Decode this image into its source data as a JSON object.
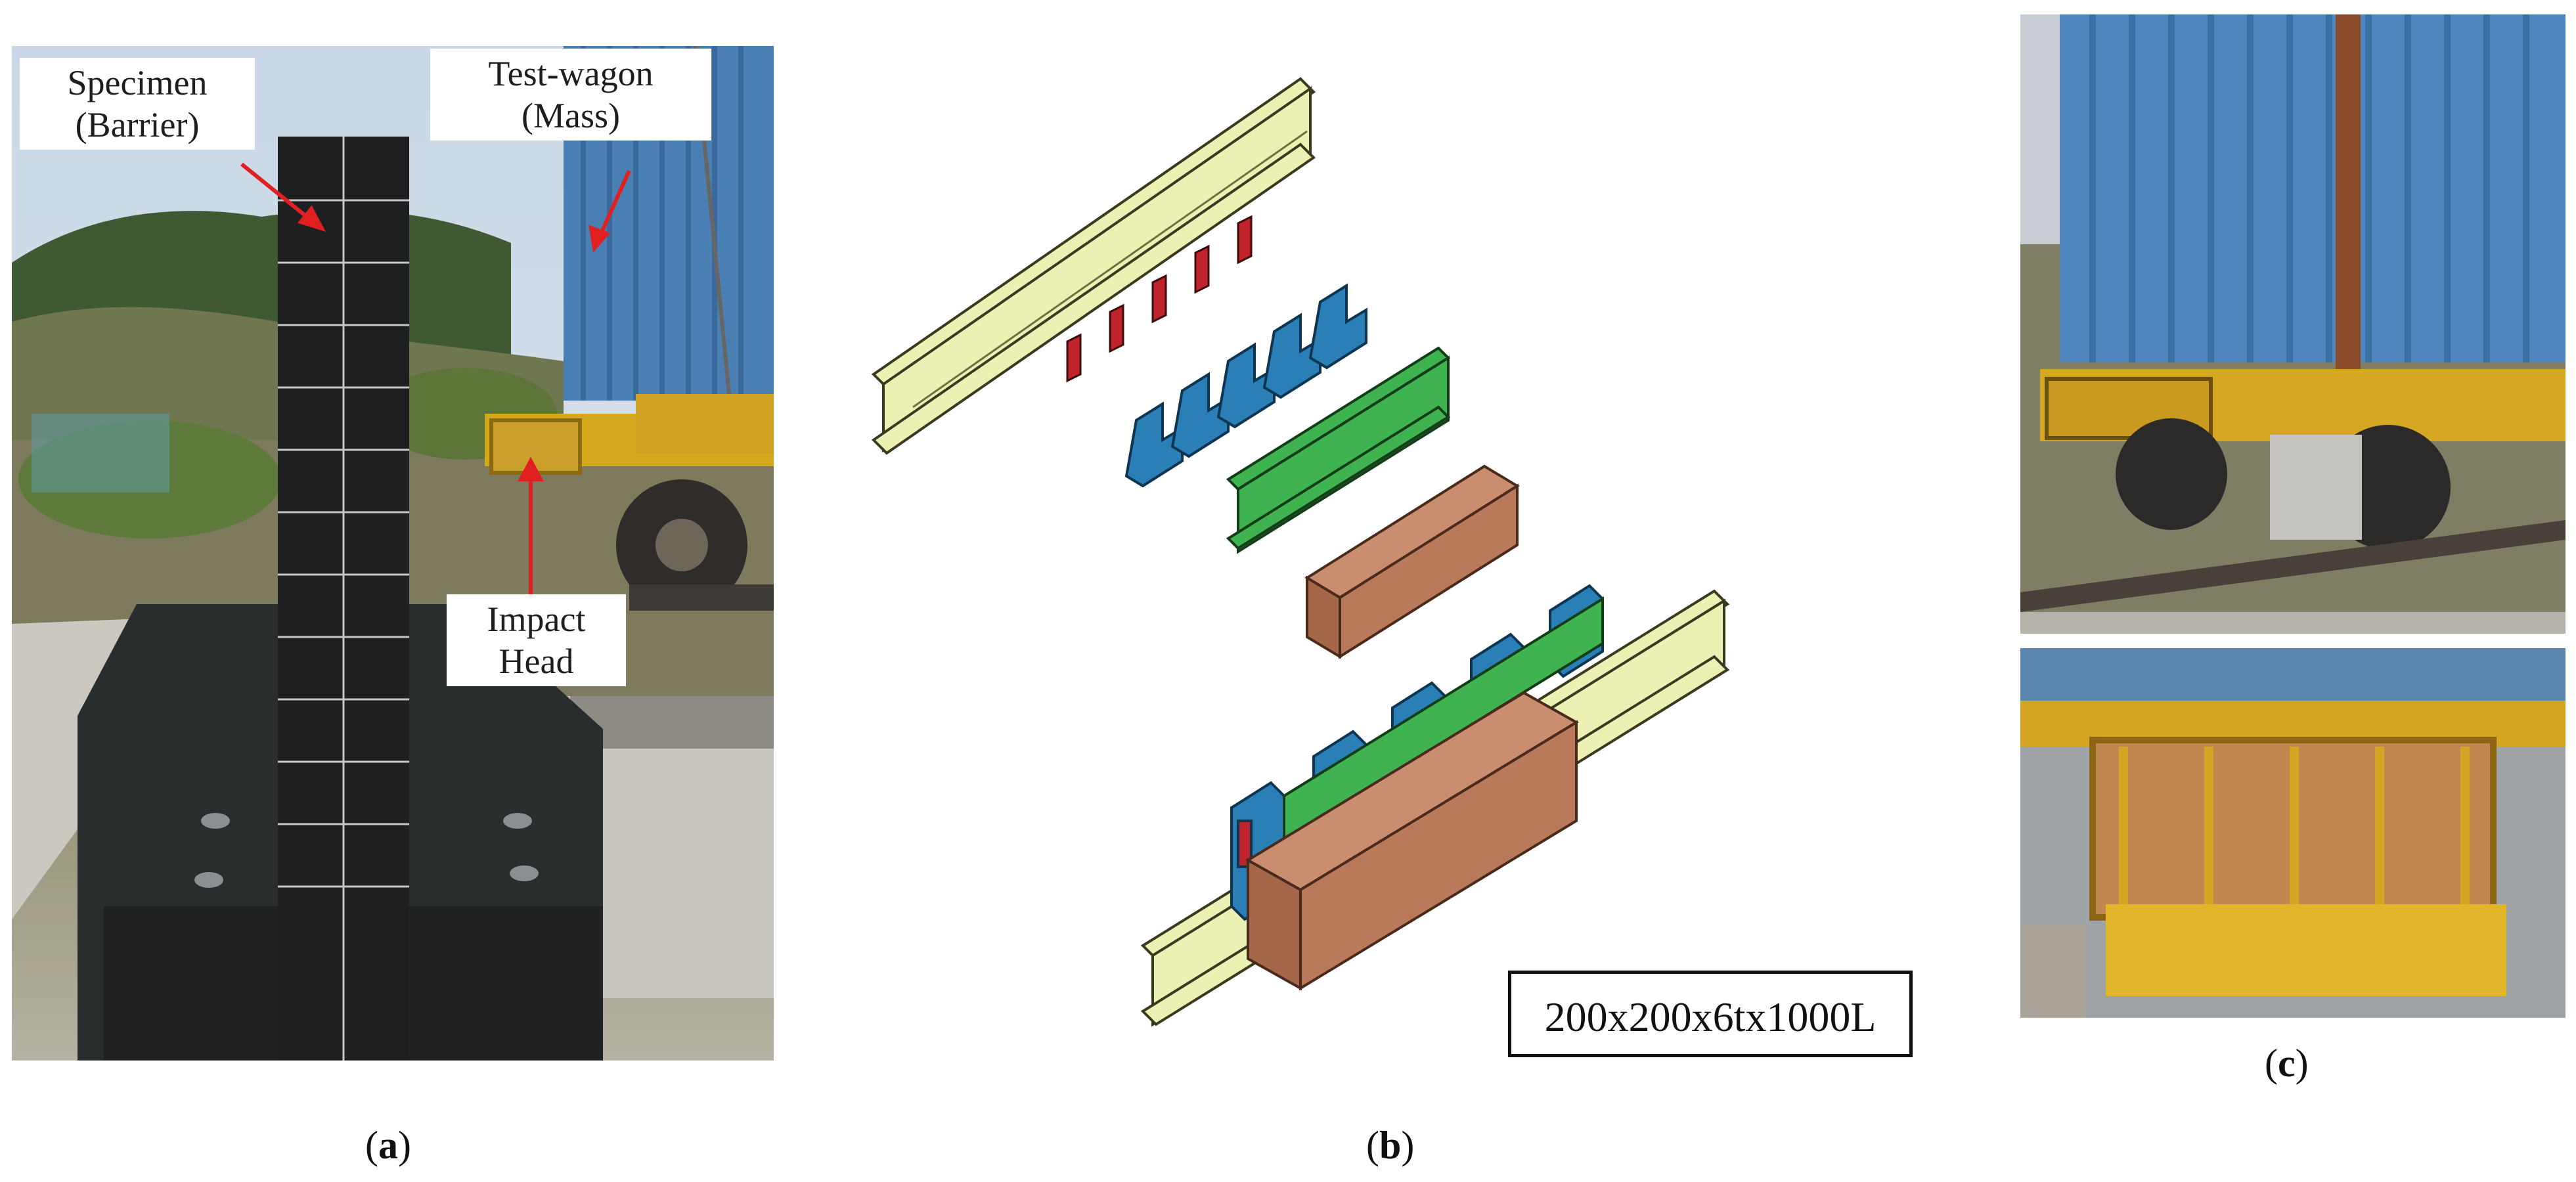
{
  "panel_a": {
    "callout_specimen_line1": "Specimen",
    "callout_specimen_line2": "(Barrier)",
    "callout_wagon_line1": "Test-wagon",
    "callout_wagon_line2": "(Mass)",
    "callout_impact_line1": "Impact",
    "callout_impact_line2": "Head",
    "label": "a"
  },
  "panel_b": {
    "dimension_tag": "200x200x6tx1000L",
    "label": "b"
  },
  "panel_c": {
    "label": "c"
  },
  "colors": {
    "i_beam": "#ecf0b3",
    "stiffener": "#2b7fb7",
    "plate": "#c0232b",
    "channel": "#3fb34f",
    "box_section": "#b97a5b",
    "arrow": "#e02020"
  }
}
